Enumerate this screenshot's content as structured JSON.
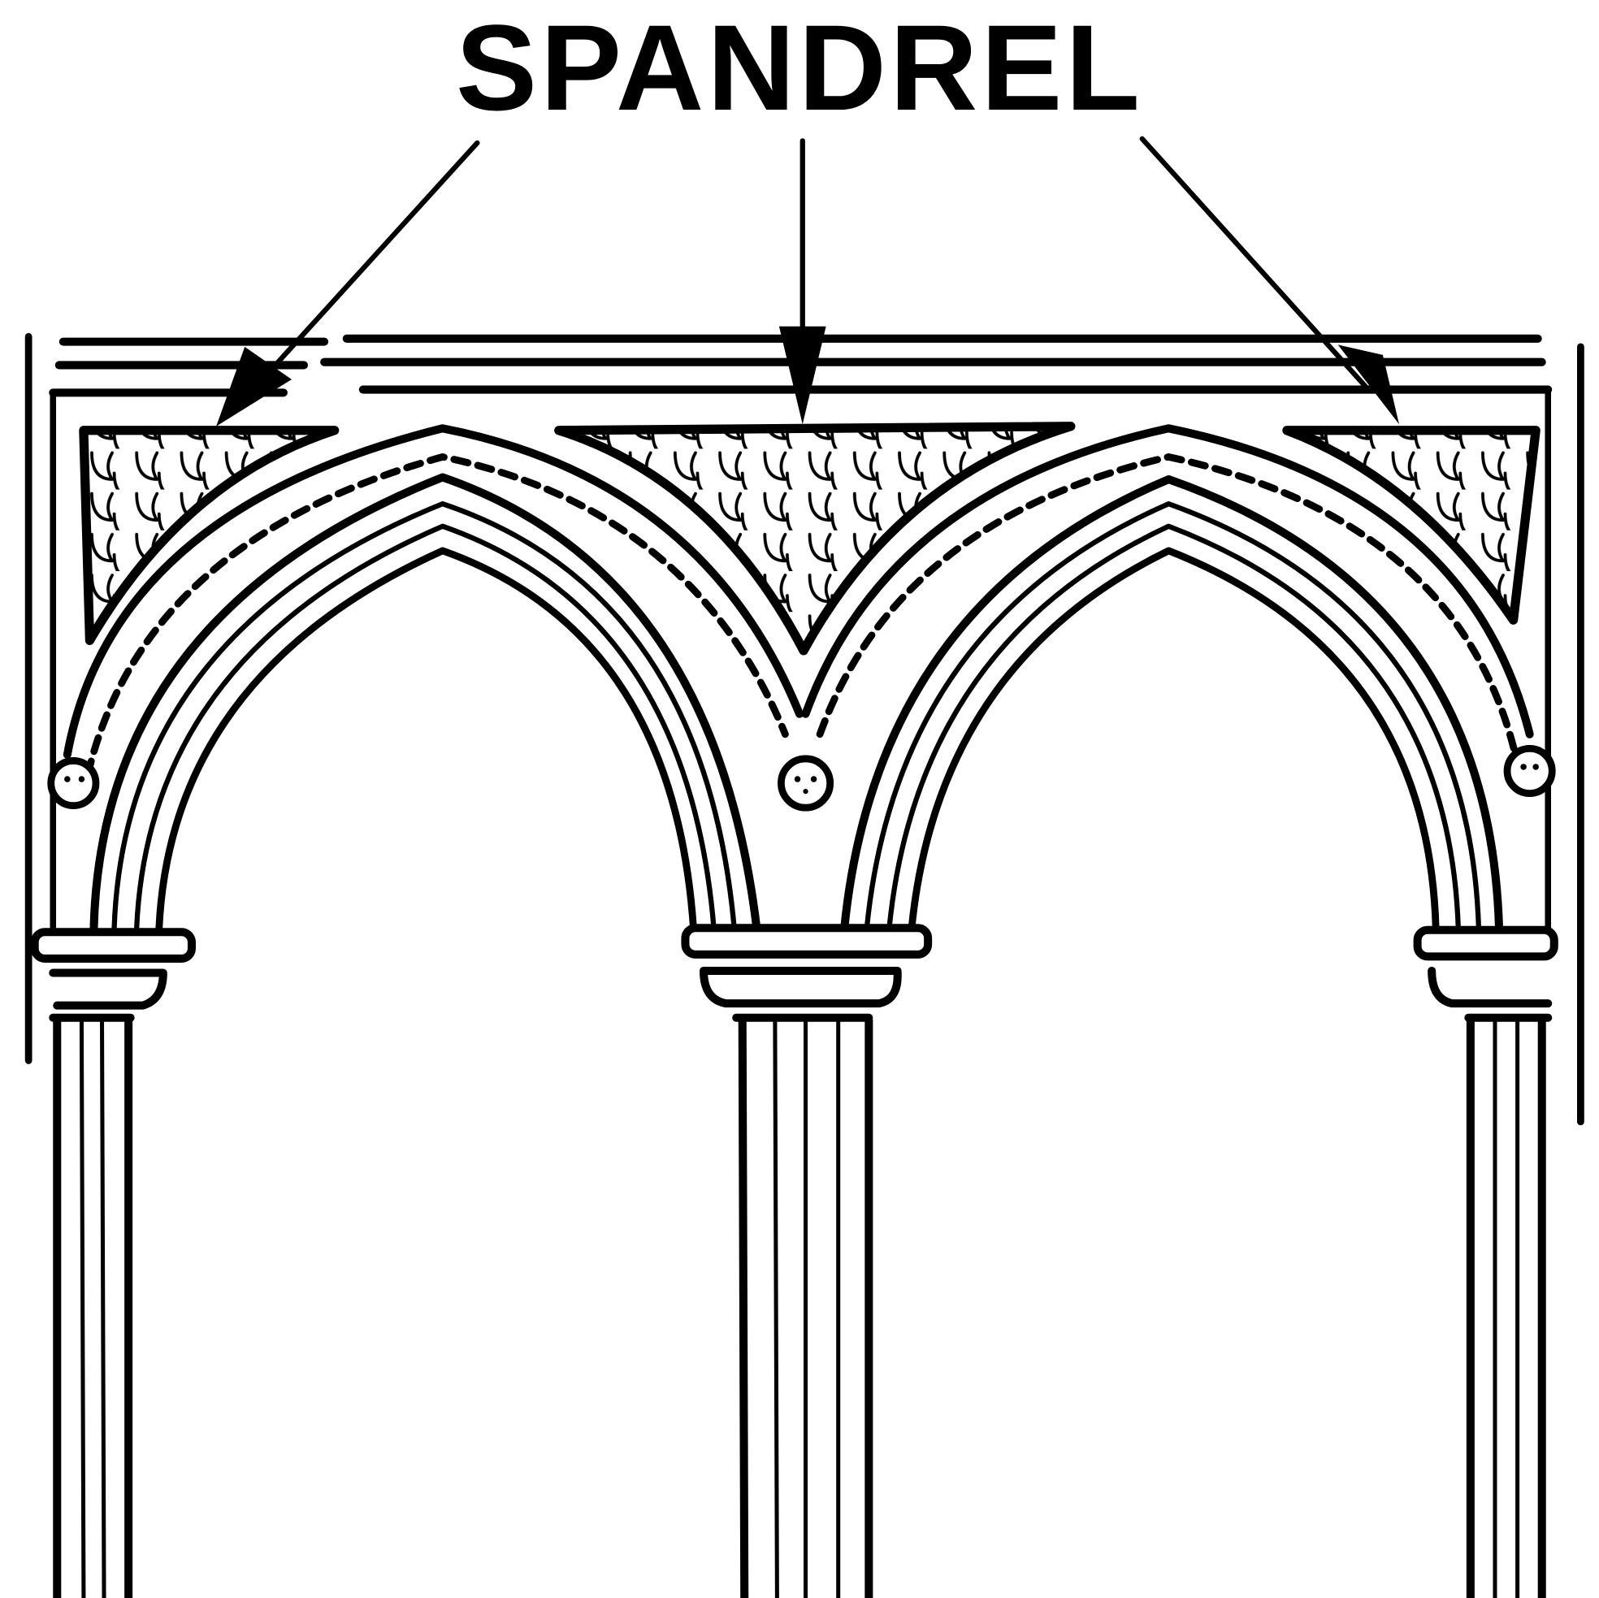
{
  "diagram": {
    "title": "SPANDREL",
    "subject": "Gothic pointed arcade with spandrels",
    "colors": {
      "ink": "#000000",
      "background": "#ffffff"
    },
    "annotations": [
      {
        "id": "spandrel-left",
        "target": "left spandrel"
      },
      {
        "id": "spandrel-center",
        "target": "center spandrel"
      },
      {
        "id": "spandrel-right",
        "target": "right spandrel"
      }
    ],
    "elements": {
      "arches": 2,
      "columns": 3,
      "spandrels": 3,
      "carved_heads": 3
    }
  }
}
